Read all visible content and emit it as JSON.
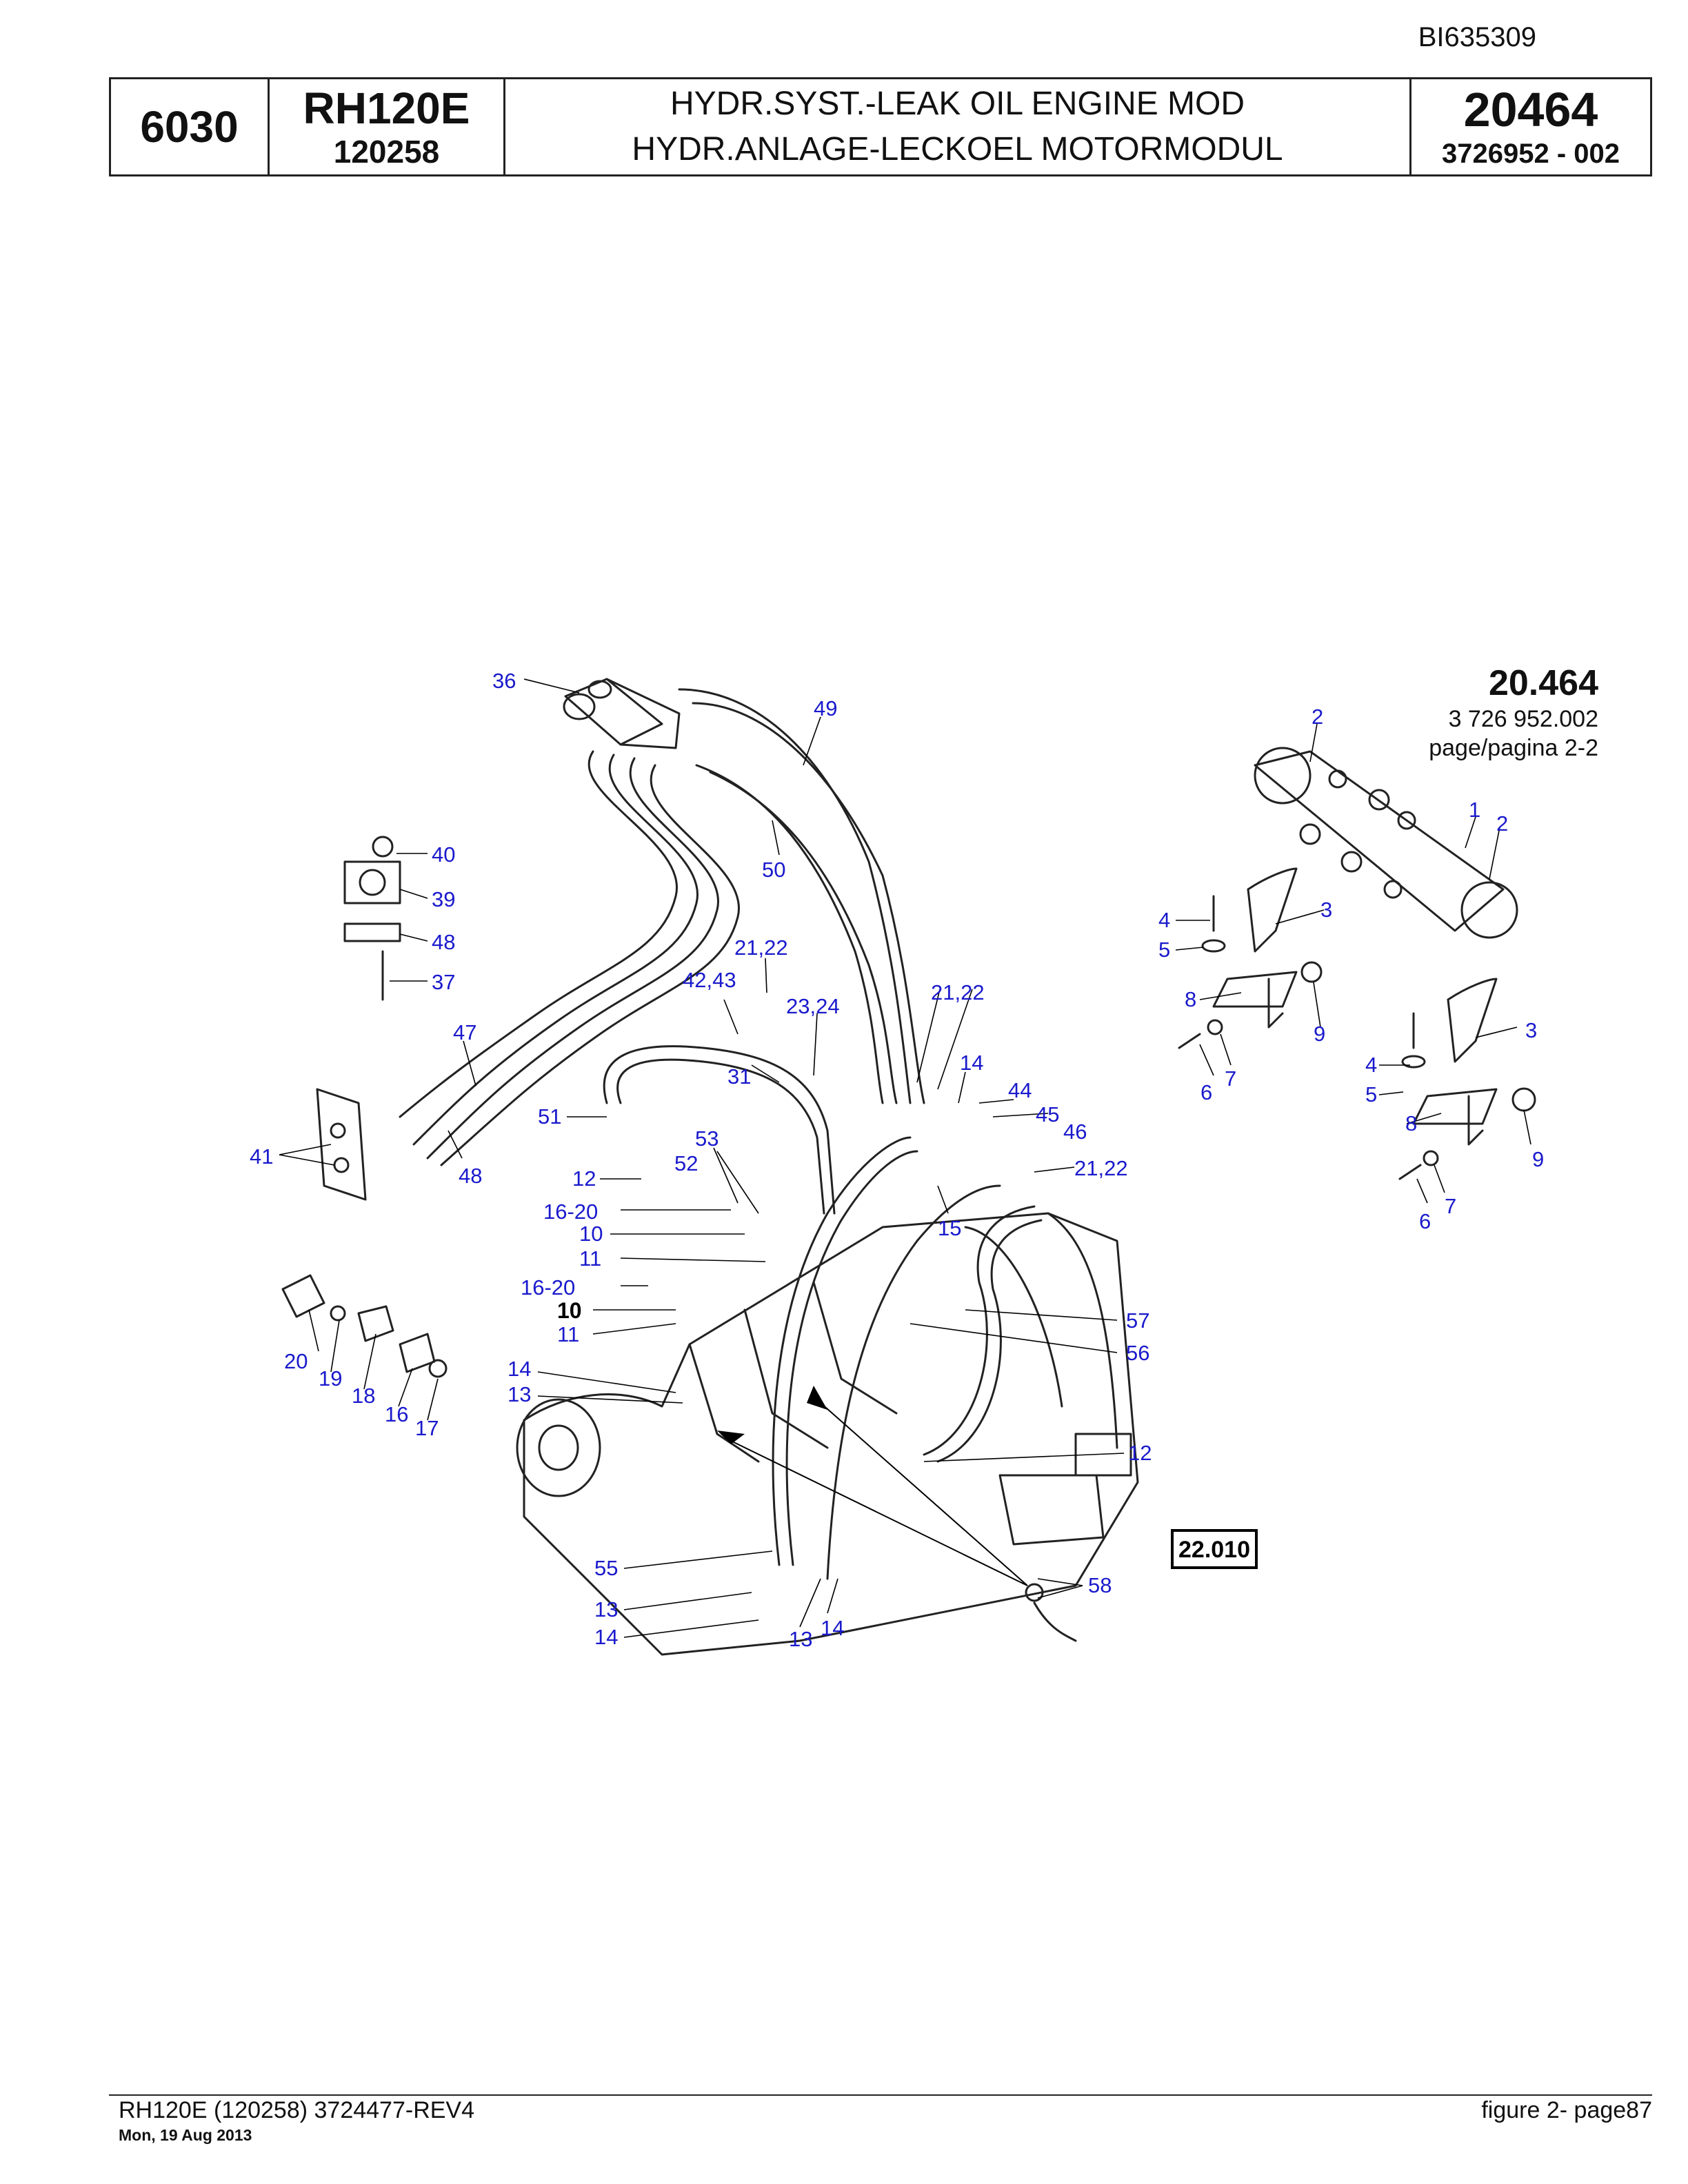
{
  "document_id": "BI635309",
  "header": {
    "group": "6030",
    "model": "RH120E",
    "serial": "120258",
    "title_en": "HYDR.SYST.-LEAK OIL ENGINE MOD",
    "title_de": "HYDR.ANLAGE-LECKOEL MOTORMODUL",
    "drawing_no": "20464",
    "part_no": "3726952  - 002"
  },
  "reference": {
    "code": "20.464",
    "part": "3 726 952.002",
    "page": "page/pagina 2-2"
  },
  "crossref_box": "22.010",
  "callouts": [
    "36",
    "49",
    "50",
    "2",
    "1",
    "2",
    "3",
    "4",
    "5",
    "8",
    "9",
    "6",
    "7",
    "3",
    "4",
    "5",
    "8",
    "9",
    "6",
    "7",
    "40",
    "39",
    "48",
    "37",
    "47",
    "41",
    "48",
    "21,22",
    "21,22",
    "42,43",
    "23,24",
    "31",
    "14",
    "44",
    "45",
    "46",
    "51",
    "53",
    "52",
    "12",
    "16-20",
    "10",
    "11",
    "16-20",
    "10",
    "11",
    "15",
    "21,22",
    "57",
    "56",
    "20",
    "19",
    "18",
    "16",
    "17",
    "14",
    "13",
    "12",
    "55",
    "13",
    "14",
    "13",
    "14",
    "58"
  ],
  "footer": {
    "left": "RH120E (120258) 3724477-REV4",
    "date": "Mon, 19 Aug 2013",
    "right": "figure 2- page87"
  }
}
